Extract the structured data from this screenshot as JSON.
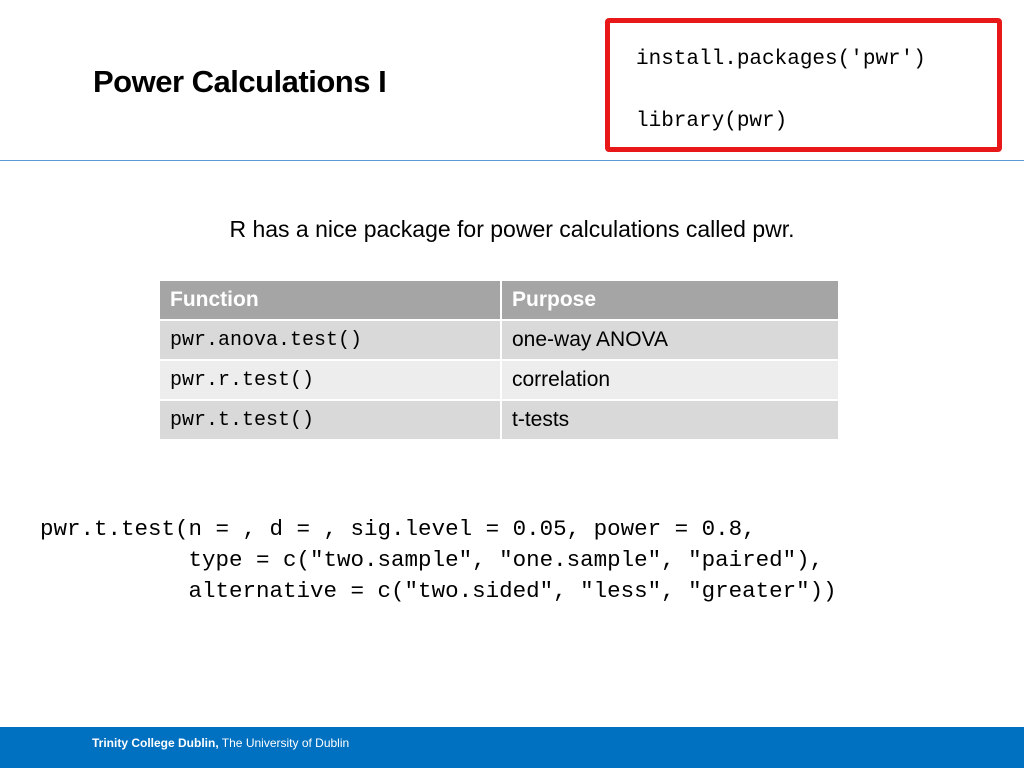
{
  "slide": {
    "title": "Power Calculations I",
    "install_box": {
      "line1": "install.packages('pwr')",
      "line2": "library(pwr)",
      "border_color": "#e81818"
    },
    "intro_text": "R has a nice package for power calculations called pwr.",
    "table": {
      "headers": [
        "Function",
        "Purpose"
      ],
      "rows": [
        {
          "function": "pwr.anova.test()",
          "purpose": "one-way ANOVA"
        },
        {
          "function": "pwr.r.test()",
          "purpose": "correlation"
        },
        {
          "function": "pwr.t.test()",
          "purpose": "t-tests"
        }
      ],
      "header_color": "#a5a5a5"
    },
    "usage_code": [
      "pwr.t.test(n = , d = , sig.level = 0.05, power = 0.8,",
      "           type = c(\"two.sample\", \"one.sample\", \"paired\"),",
      "           alternative = c(\"two.sided\", \"less\", \"greater\"))"
    ]
  },
  "footer": {
    "institution": "Trinity College Dublin,",
    "university": " The University of Dublin",
    "background_color": "#0070c0"
  }
}
